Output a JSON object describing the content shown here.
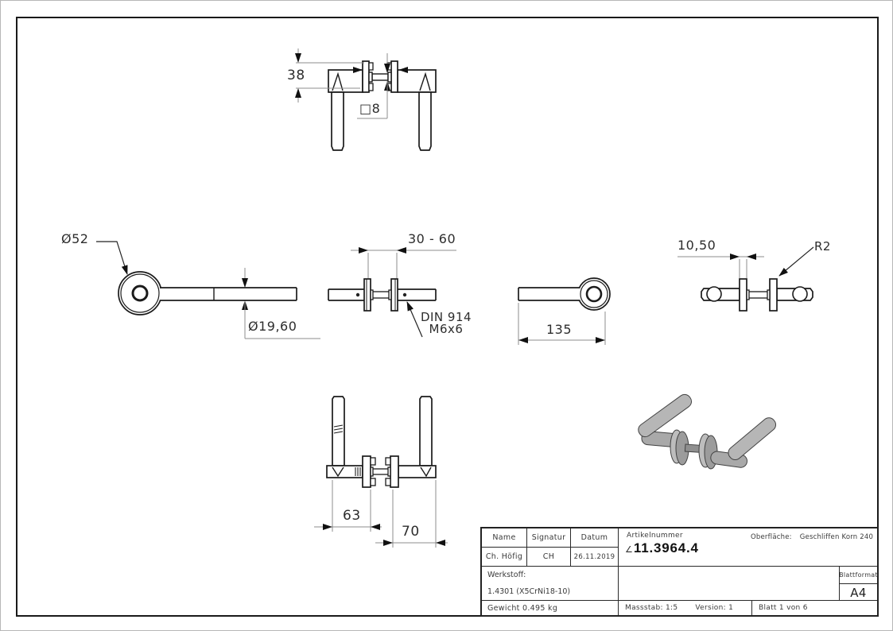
{
  "drawing": {
    "dims": {
      "rosette_height": "38",
      "spindle_square": "□8",
      "rosette_diameter": "Ø52",
      "grip_diameter": "Ø19,60",
      "door_thickness_range": "30 - 60",
      "set_screw_line1": "DIN 914",
      "set_screw_line2": "M6x6",
      "grip_length": "135",
      "rosette_thickness": "10,50",
      "edge_radius": "R2",
      "offset_left": "63",
      "offset_right": "70"
    }
  },
  "title_block": {
    "name_label": "Name",
    "signatur_label": "Signatur",
    "datum_label": "Datum",
    "name_value": "Ch. Höfig",
    "signatur_value": "CH",
    "datum_value": "26.11.2019",
    "artikelnummer_label": "Artikelnummer",
    "projection_symbol": "∠",
    "artikelnummer_value": "11.3964.4",
    "oberflaeche_label": "Oberfläche:",
    "oberflaeche_value": "Geschliffen Korn 240",
    "werkstoff_label": "Werkstoff:",
    "werkstoff_value": "1.4301 (X5CrNi18-10)",
    "gewicht_value": "Gewicht 0.495 kg",
    "massstab_value": "Massstab: 1:5",
    "version_value": "Version: 1",
    "blatt_value": "Blatt 1 von 6",
    "blattformat_label": "Blattformat",
    "blattformat_value": "A4"
  }
}
